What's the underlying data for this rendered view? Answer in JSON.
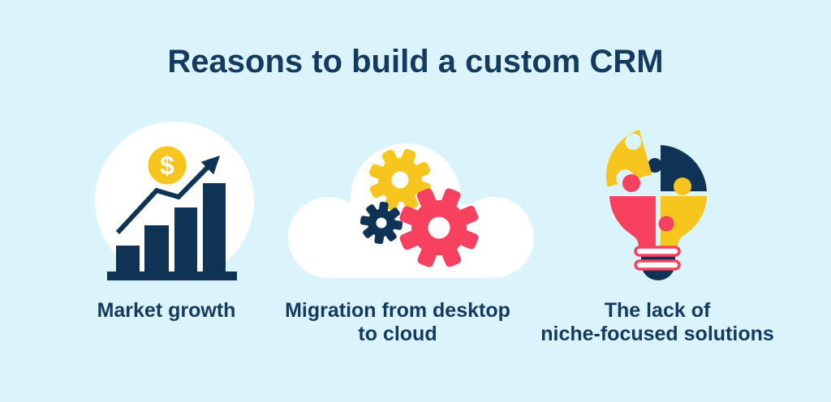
{
  "title": "Reasons to build a custom CRM",
  "palette": {
    "background": "#dbf4fb",
    "navy": "#0e3355",
    "yellow": "#f6c51e",
    "pink": "#f8415f",
    "white": "#ffffff",
    "text": "#143a5f"
  },
  "figures": [
    {
      "icon": "growth-bar-chart-with-arrow-and-dollar-coin",
      "coin_symbol": "$",
      "caption_line1": "Market growth",
      "caption_line2": ""
    },
    {
      "icon": "cloud-with-three-gears",
      "caption_line1": "Migration from desktop",
      "caption_line2": "to cloud"
    },
    {
      "icon": "lightbulb-made-of-puzzle-pieces",
      "caption_line1": "The lack of",
      "caption_line2": "niche-focused solutions"
    }
  ]
}
